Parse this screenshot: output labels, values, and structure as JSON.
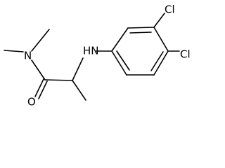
{
  "molecule": {
    "atoms": {
      "nitrogen_amide": "N",
      "nitrogen_amine": "HN",
      "oxygen": "O",
      "chlorine_3": "Cl",
      "chlorine_4": "Cl"
    }
  }
}
